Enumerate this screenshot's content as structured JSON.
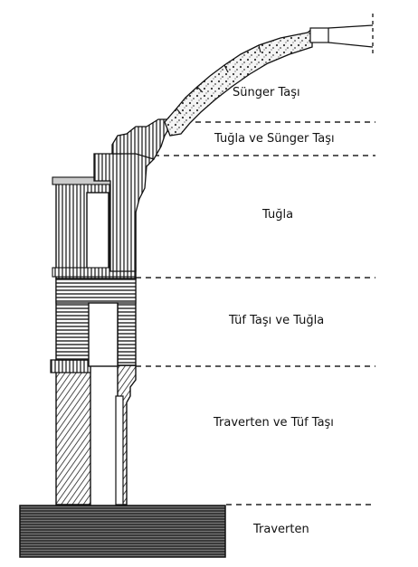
{
  "labels": {
    "sunger": "Sünger Taşı",
    "tugla_sunger": "Tuğla ve Sünger Taşı",
    "tugla": "Tuğla",
    "tuf_tugla": "Tüf Taşı ve Tuğla",
    "traverten_tuf": "Traverten ve Tüf Taşı",
    "traverten": "Traverten"
  }
}
